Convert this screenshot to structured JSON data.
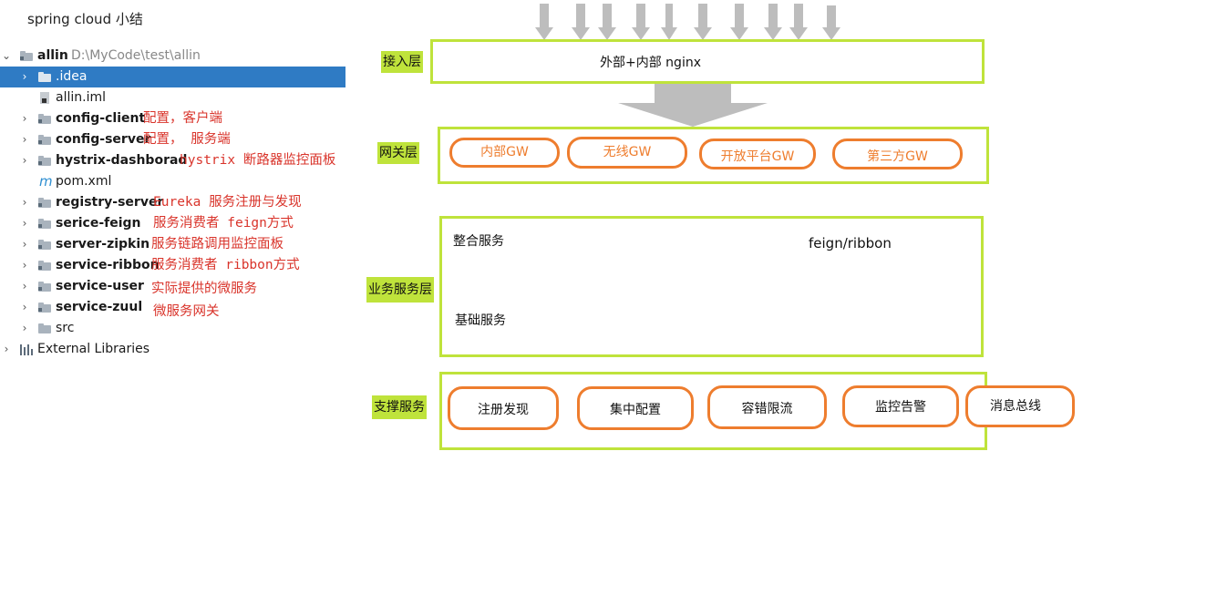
{
  "page_title": "spring cloud 小结",
  "tree": {
    "root": {
      "name": "allin",
      "path": "D:\\MyCode\\test\\allin"
    },
    "items": [
      {
        "name": ".idea",
        "note": ""
      },
      {
        "name": "allin.iml",
        "note": ""
      },
      {
        "name": "config-client",
        "note": "配置，客户端"
      },
      {
        "name": "config-server",
        "note": "配置，  服务端"
      },
      {
        "name": "hystrix-dashborad",
        "note": "hystrix 断路器监控面板"
      },
      {
        "name": "pom.xml",
        "note": ""
      },
      {
        "name": "registry-server",
        "note": "Eureka 服务注册与发现"
      },
      {
        "name": "serice-feign",
        "note": "服务消费者 feign方式"
      },
      {
        "name": "server-zipkin",
        "note": "服务链路调用监控面板"
      },
      {
        "name": "service-ribbon",
        "note": "服务消费者 ribbon方式"
      },
      {
        "name": "service-user",
        "note": "实际提供的微服务"
      },
      {
        "name": "service-zuul",
        "note": "微服务网关"
      },
      {
        "name": "src",
        "note": ""
      }
    ],
    "external": "External Libraries"
  },
  "diagram": {
    "access": {
      "label": "接入层",
      "content": "外部+内部 nginx"
    },
    "gateway": {
      "label": "网关层",
      "items": [
        "内部GW",
        "无线GW",
        "开放平台GW",
        "第三方GW"
      ]
    },
    "business": {
      "label": "业务服务层",
      "composite": "整合服务",
      "basic": "基础服务",
      "protocol": "feign/ribbon"
    },
    "support": {
      "label": "支撑服务",
      "items": [
        "注册发现",
        "集中配置",
        "容错限流",
        "监控告警",
        "消息总线"
      ]
    }
  },
  "colors": {
    "layer_border": "#bfe33b",
    "pill_border": "#ee7d2e",
    "node_fill": "#9dd9ec",
    "arrow": "#bdbdbd",
    "note_text": "#d9342b",
    "selection": "#2f7bc4"
  }
}
